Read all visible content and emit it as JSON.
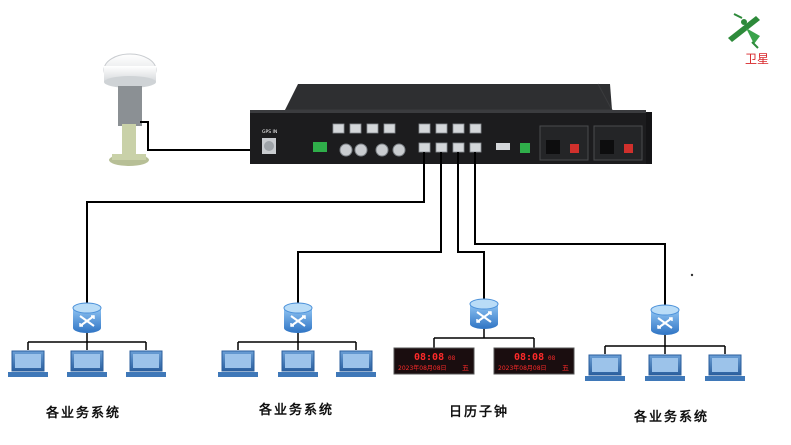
{
  "brand": {
    "logo_icon": "satellite-logo-icon",
    "text": "卫星",
    "color": "#d8262a"
  },
  "device": {
    "gps_port_label": "GPS IN",
    "accent": "#2fae4a"
  },
  "groups": [
    {
      "id": "group-1",
      "label": "各业务系统",
      "device_type": "computer",
      "count": 3
    },
    {
      "id": "group-2",
      "label": "各业务系统",
      "device_type": "computer",
      "count": 3
    },
    {
      "id": "group-3",
      "label": "日历子钟",
      "device_type": "clock",
      "count": 2
    },
    {
      "id": "group-4",
      "label": "各业务系统",
      "device_type": "computer",
      "count": 3
    }
  ],
  "clock_display": {
    "time": "08:08",
    "seconds": "08",
    "date": "2023年08月08日",
    "weekday": "五"
  },
  "colors": {
    "link": "#000000",
    "switch": "#4a90d9",
    "monitor": "#3f78b8",
    "clock_digits": "#ff2a2a"
  }
}
